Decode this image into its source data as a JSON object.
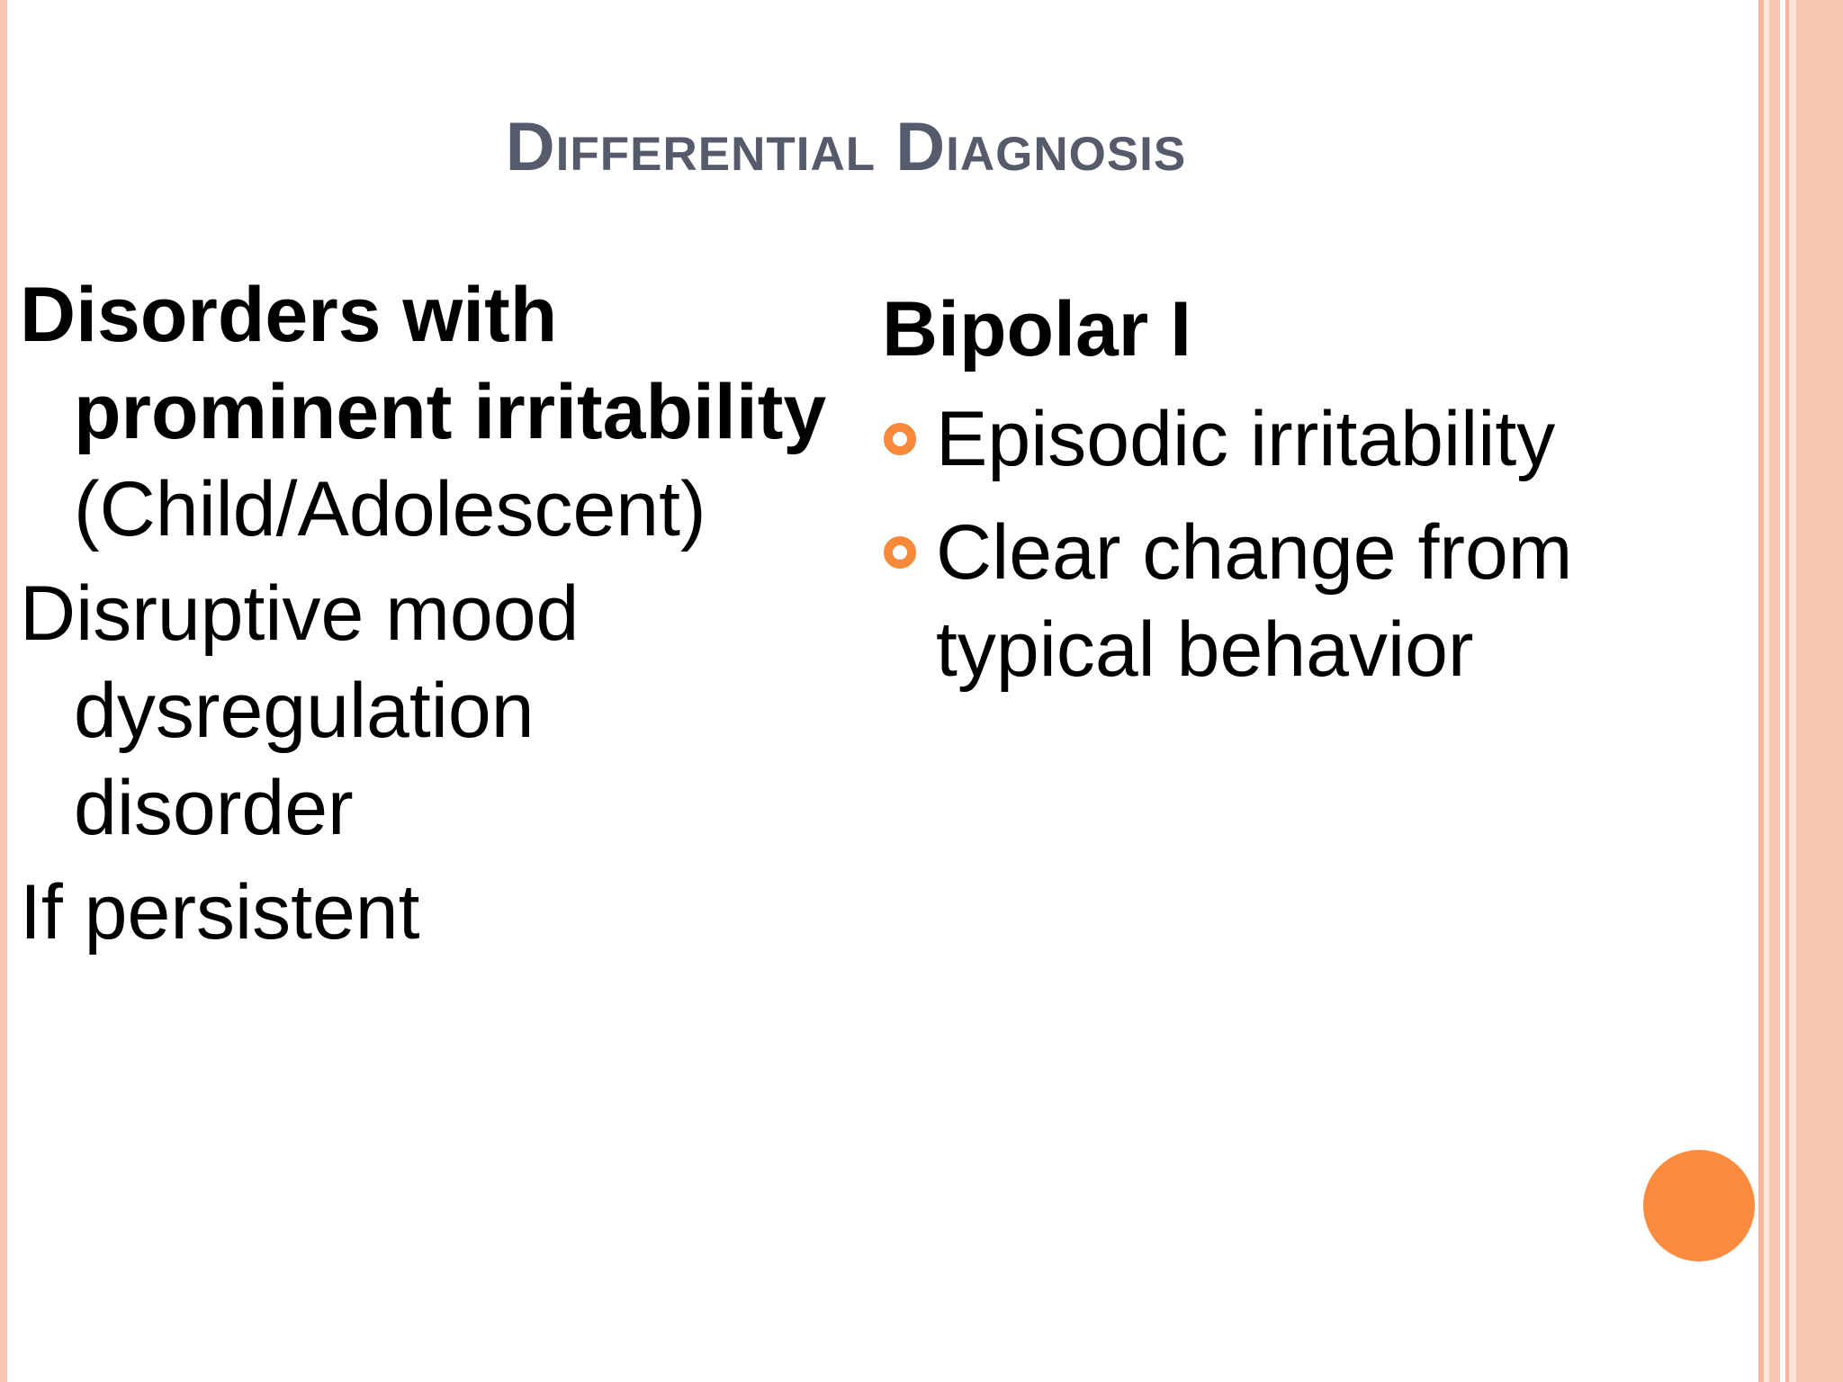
{
  "slide": {
    "title": "Differential Diagnosis",
    "left_column": {
      "heading_bold": "Disorders with prominent irritability",
      "heading_regular": "(Child/Adolescent)",
      "item_1": "Disruptive mood dysregulation disorder",
      "item_2": "If persistent"
    },
    "right_column": {
      "heading": "Bipolar I",
      "bullets": [
        {
          "text": "Episodic irritability"
        },
        {
          "text": "Clear change from typical behavior"
        }
      ]
    }
  },
  "colors": {
    "title": "#555b6b",
    "bullet_accent": "#f78a3a",
    "decor_circle": "#fb8b3f",
    "border_stripe": "#f9c6b1"
  },
  "icons": {
    "bullet": "hollow-circle-bullet-icon",
    "decor": "orange-circle-icon"
  }
}
